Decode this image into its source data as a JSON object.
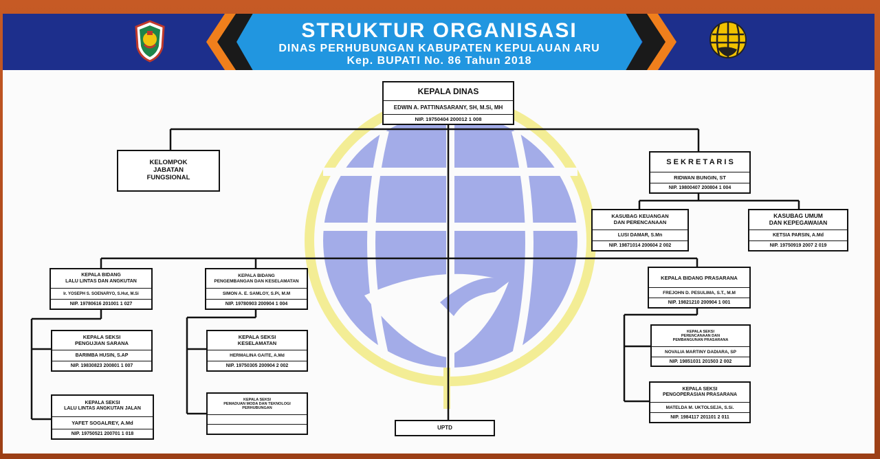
{
  "header": {
    "title": "STRUKTUR ORGANISASI",
    "subtitle": "DINAS PERHUBUNGAN KABUPATEN KEPULAUAN ARU",
    "decree": "Kep. BUPATI No. 86 Tahun 2018",
    "left_logo_icon": "regency-emblem-icon",
    "right_logo_icon": "transport-ministry-globe-icon"
  },
  "colors": {
    "header_blue": "#1d2f8c",
    "banner_blue": "#2196e0",
    "chevron_orange": "#f07f1c",
    "frame_wood": "#b5501f",
    "watermark_blue": "#9aa4e6",
    "watermark_yellow": "#f3ec8a"
  },
  "nodes": {
    "kepala_dinas": {
      "title": "KEPALA DINAS",
      "name": "EDWIN A. PATTINASARANY, SH, M.Si, MH",
      "nip": "NIP. 19750404 200012 1 008"
    },
    "kelompok": {
      "line1": "KELOMPOK",
      "line2": "JABATAN",
      "line3": "FUNGSIONAL"
    },
    "sekretaris": {
      "title": "S E K R E T A R I S",
      "name": "RIDWAN BUNGIN, ST",
      "nip": "NIP. 19800407 200804 1 004"
    },
    "kasubag_keuangan": {
      "title1": "KASUBAG KEUANGAN",
      "title2": "DAN PERENCANAAN",
      "name": "LUSI DAMAR, S.Mn",
      "nip": "NIP. 19871014 200604 2 002"
    },
    "kasubag_umum": {
      "title1": "KASUBAG UMUM",
      "title2": "DAN KEPEGAWAIAN",
      "name": "KETSIA PARSIN, A.Md",
      "nip": "NIP. 19750919 2007 2 019"
    },
    "kabid_lalin": {
      "title1": "KEPALA BIDANG",
      "title2": "LALU LINTAS DAN ANGKUTAN",
      "name": "Ir. YOSEPH S. SOENARYO, S.Hut, M.Si",
      "nip": "NIP. 19780616 201001 1 027"
    },
    "kasi_pengujian": {
      "title1": "KEPALA SEKSI",
      "title2": "PENGUJIAN SARANA",
      "name": "BARIMBA HUSIN, S.AP",
      "nip": "NIP. 19830823 200801 1 007"
    },
    "kasi_lalin_jalan": {
      "title1": "KEPALA SEKSI",
      "title2": "LALU LINTAS ANGKUTAN JALAN",
      "name": "YAFET SOGALREY, A.Md",
      "nip": "NIP. 19750521 200701 1 018"
    },
    "kabid_pengembangan": {
      "title1": "KEPALA BIDANG",
      "title2": "PENGEMBANGAN DAN KESELAMATAN",
      "name": "SIMON A. E. SAMLOY, S.Pi, M.M",
      "nip": "NIP. 19780903 200904 1 004"
    },
    "kasi_keselamatan": {
      "title1": "KEPALA SEKSI",
      "title2": "KESELAMATAN",
      "name": "HERMALINA GAITE, A.Md",
      "nip": "NIP. 19750305 200904 2 002"
    },
    "kasi_pemaduan": {
      "title1": "KEPALA SEKSI",
      "title2": "PEMADUAN MODA DAN TEKNOLOGI",
      "title3": "PERHUBUNGAN",
      "name": "",
      "nip": ""
    },
    "kabid_prasarana": {
      "title": "KEPALA BIDANG PRASARANA",
      "name": "FREJOHN D. PESULIMA, S.T., M.M",
      "nip": "NIP. 19821210 200904 1 001"
    },
    "kasi_perencanaan": {
      "title1": "KEPALA SEKSI",
      "title2": "PERENCANAAN DAN",
      "title3": "PEMBANGUNAN PRASARANA",
      "name": "NOVALIA MARTINY DADIARA, SP",
      "nip": "NIP. 19851031 201503 2 002"
    },
    "kasi_pengoperasian": {
      "title1": "KEPALA SEKSI",
      "title2": "PENGOPERASIAN PRASARANA",
      "name": "MATELDA M. UKTOLSEJA, S.Si.",
      "nip": "NIP. 1984117 201101 2 011"
    },
    "uptd": {
      "title": "UPTD"
    }
  }
}
